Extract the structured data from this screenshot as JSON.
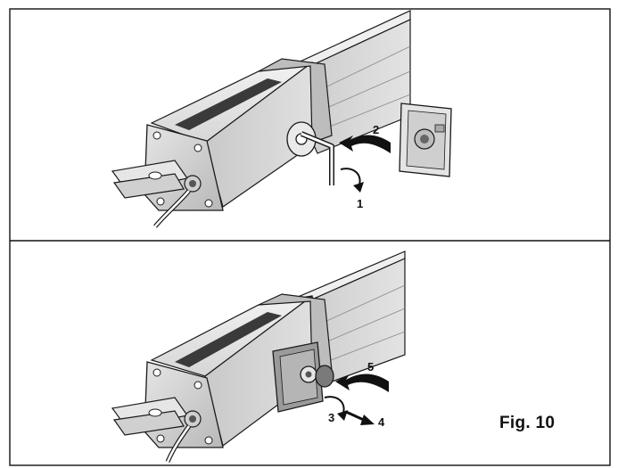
{
  "figure": {
    "label": "Fig. 10"
  },
  "steps": {
    "top": {
      "s1": "1",
      "s2": "2"
    },
    "bottom": {
      "s3": "3",
      "s4": "4",
      "s5": "5"
    }
  },
  "colors": {
    "line": "#1a1a1a",
    "body_light": "#ececec",
    "body_mid": "#cfcfcf",
    "body_dark": "#a9a9a9",
    "stripe": "#3a3a3a",
    "arrow": "#111111"
  },
  "icons": [
    "hex-key-icon",
    "rotate-arrow-icon",
    "curved-arrow-icon",
    "release-key-icon",
    "cap-icon"
  ]
}
